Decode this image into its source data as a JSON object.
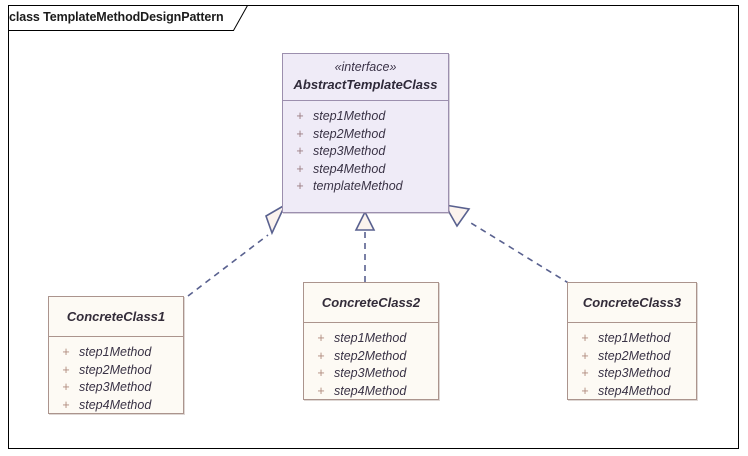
{
  "frame": {
    "title": "class TemplateMethodDesignPattern",
    "border_color": "#000000",
    "background": "#ffffff"
  },
  "colors": {
    "interface_fill": "#efebf7",
    "interface_border": "#9c8fae",
    "class_fill": "#fdfaf4",
    "class_border": "#ab948d",
    "connector": "#59618f",
    "visibility_marker": "#b08b7e",
    "member_text": "#3a3346"
  },
  "classes": {
    "abstract": {
      "stereotype": "«interface»",
      "name": "AbstractTemplateClass",
      "members": [
        {
          "visibility": "+",
          "name": "step1Method"
        },
        {
          "visibility": "+",
          "name": "step2Method"
        },
        {
          "visibility": "+",
          "name": "step3Method"
        },
        {
          "visibility": "+",
          "name": "step4Method"
        },
        {
          "visibility": "+",
          "name": "templateMethod"
        }
      ]
    },
    "concrete1": {
      "name": "ConcreteClass1",
      "members": [
        {
          "visibility": "+",
          "name": "step1Method"
        },
        {
          "visibility": "+",
          "name": "step2Method"
        },
        {
          "visibility": "+",
          "name": "step3Method"
        },
        {
          "visibility": "+",
          "name": "step4Method"
        }
      ]
    },
    "concrete2": {
      "name": "ConcreteClass2",
      "members": [
        {
          "visibility": "+",
          "name": "step1Method"
        },
        {
          "visibility": "+",
          "name": "step2Method"
        },
        {
          "visibility": "+",
          "name": "step3Method"
        },
        {
          "visibility": "+",
          "name": "step4Method"
        }
      ]
    },
    "concrete3": {
      "name": "ConcreteClass3",
      "members": [
        {
          "visibility": "+",
          "name": "step1Method"
        },
        {
          "visibility": "+",
          "name": "step2Method"
        },
        {
          "visibility": "+",
          "name": "step3Method"
        },
        {
          "visibility": "+",
          "name": "step4Method"
        }
      ]
    }
  },
  "connectors": [
    {
      "name": "realization-concrete1-to-abstract",
      "type": "realization",
      "from": "ConcreteClass1",
      "to": "AbstractTemplateClass",
      "style": "dashed",
      "arrowhead": "hollow-triangle"
    },
    {
      "name": "realization-concrete2-to-abstract",
      "type": "realization",
      "from": "ConcreteClass2",
      "to": "AbstractTemplateClass",
      "style": "dashed",
      "arrowhead": "hollow-triangle"
    },
    {
      "name": "realization-concrete3-to-abstract",
      "type": "realization",
      "from": "ConcreteClass3",
      "to": "AbstractTemplateClass",
      "style": "dashed",
      "arrowhead": "hollow-triangle"
    }
  ]
}
